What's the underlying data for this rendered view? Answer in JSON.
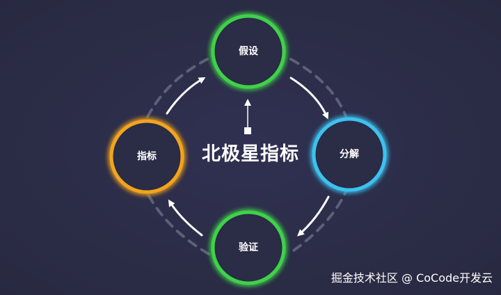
{
  "diagram": {
    "center_title": "北极星指标",
    "nodes": [
      {
        "id": "hypothesis",
        "label": "假设",
        "color": "#3fd14a"
      },
      {
        "id": "decompose",
        "label": "分解",
        "color": "#3ec2ee"
      },
      {
        "id": "validate",
        "label": "验证",
        "color": "#3fd14a"
      },
      {
        "id": "metric",
        "label": "指标",
        "color": "#f2a41f"
      }
    ],
    "cycle_order": [
      "假设",
      "分解",
      "验证",
      "指标"
    ],
    "arrow_color": "#ffffff",
    "dashed_ring_color": "#5d6078"
  },
  "watermark": "掘金技术社区 @ CoCode开发云"
}
